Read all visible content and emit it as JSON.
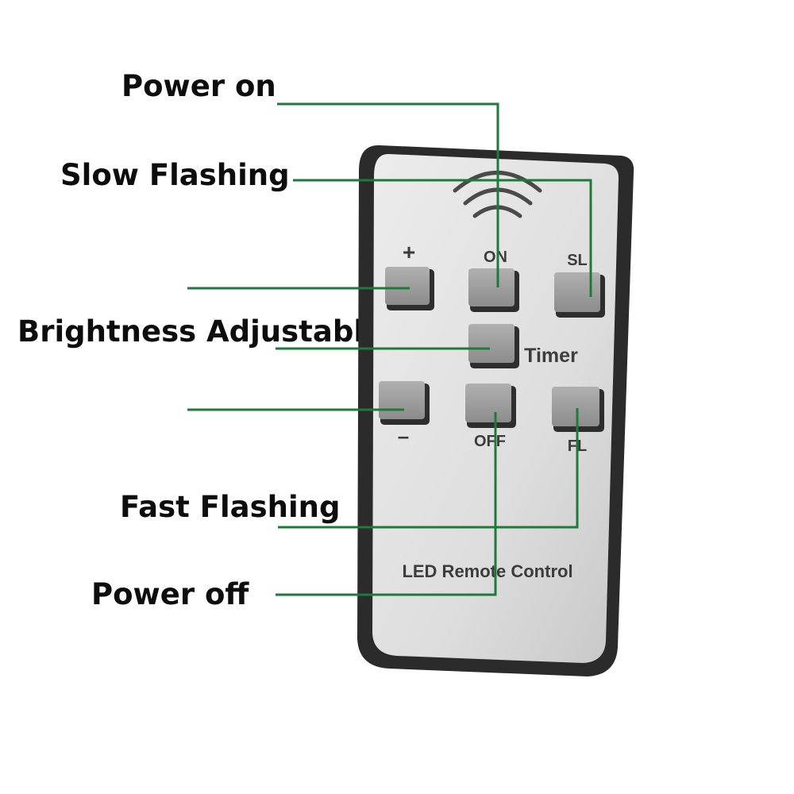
{
  "labels": {
    "power_on": "Power on",
    "slow_flashing": "Slow Flashing",
    "brightness": "Brightness Adjustable",
    "fast_flashing": "Fast Flashing",
    "power_off": "Power off"
  },
  "remote": {
    "plus": "+",
    "on": "ON",
    "sl": "SL",
    "timer": "Timer",
    "minus": "–",
    "off": "OFF",
    "fl": "FL",
    "caption": "LED Remote Control"
  },
  "colors": {
    "leader_line": "#1e7a3a",
    "remote_body": "#2b2b2b",
    "remote_face": "#dcdcdc",
    "button": "#9a9a9a"
  }
}
